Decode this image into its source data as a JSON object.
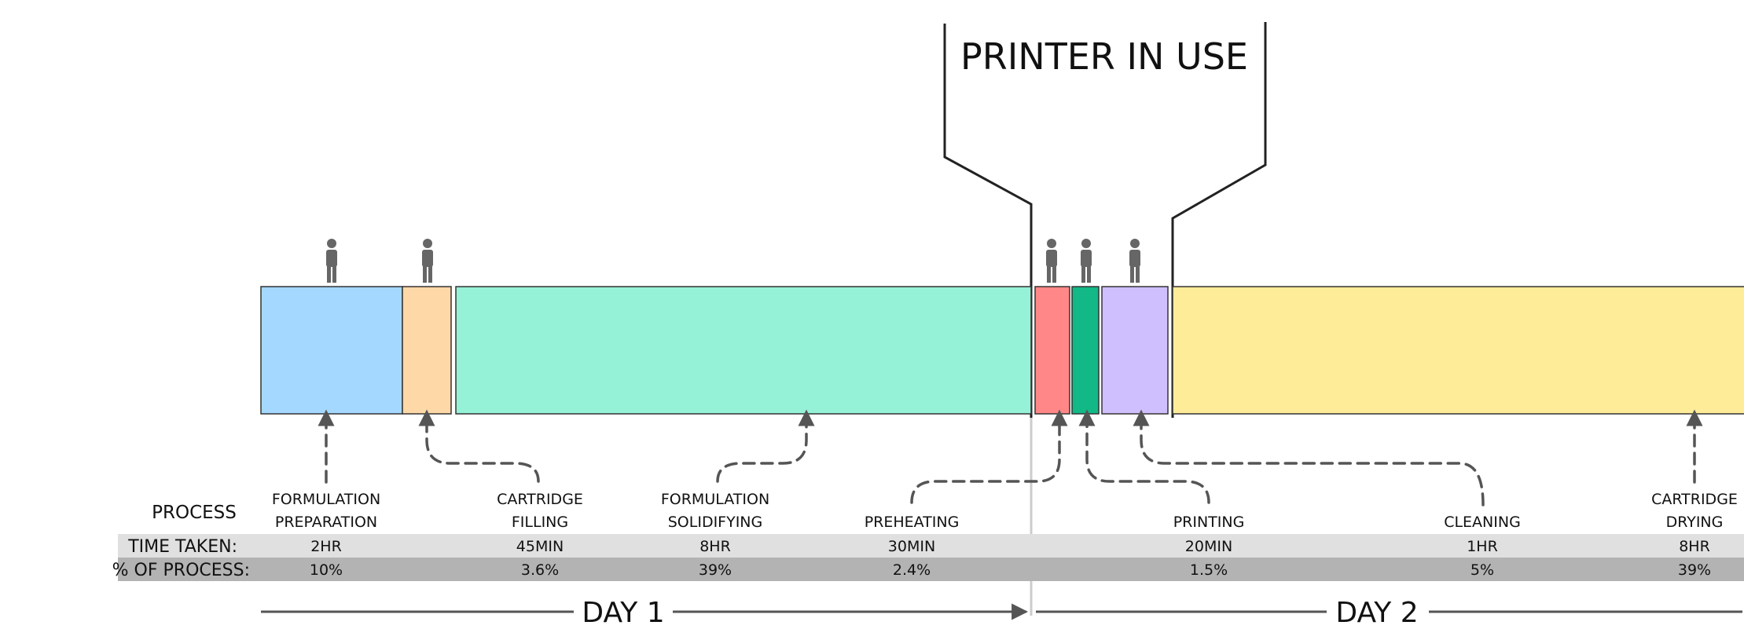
{
  "banner": "PRINTER IN USE",
  "process_header": "PROCESS",
  "rows": {
    "time_label": "TIME TAKEN:",
    "pct_label": "% OF PROCESS:"
  },
  "days": [
    "DAY 1",
    "DAY 2"
  ],
  "colors": {
    "formulation_preparation": "#a5d8ff",
    "cartridge_filling": "#ffd8a8",
    "formulation_solidifying": "#96f2d7",
    "preheating": "#ff8787",
    "printing": "#12b886",
    "cleaning": "#d0bfff",
    "cartridge_drying": "#ffec99",
    "time_row": "#e0e0e0",
    "pct_row": "#b3b3b3"
  },
  "steps": [
    {
      "id": "formulation_preparation",
      "label": [
        "FORMULATION",
        "PREPARATION"
      ],
      "time": "2HR",
      "pct": "10%",
      "person": true
    },
    {
      "id": "cartridge_filling",
      "label": [
        "CARTRIDGE",
        "FILLING"
      ],
      "time": "45MIN",
      "pct": "3.6%",
      "person": true
    },
    {
      "id": "formulation_solidifying",
      "label": [
        "FORMULATION",
        "SOLIDIFYING"
      ],
      "time": "8HR",
      "pct": "39%",
      "person": false
    },
    {
      "id": "preheating",
      "label": [
        "PREHEATING"
      ],
      "time": "30MIN",
      "pct": "2.4%",
      "person": true
    },
    {
      "id": "printing",
      "label": [
        "PRINTING"
      ],
      "time": "20MIN",
      "pct": "1.5%",
      "person": true
    },
    {
      "id": "cleaning",
      "label": [
        "CLEANING"
      ],
      "time": "1HR",
      "pct": "5%",
      "person": true
    },
    {
      "id": "cartridge_drying",
      "label": [
        "CARTRIDGE",
        "DRYING"
      ],
      "time": "8HR",
      "pct": "39%",
      "person": false
    }
  ]
}
